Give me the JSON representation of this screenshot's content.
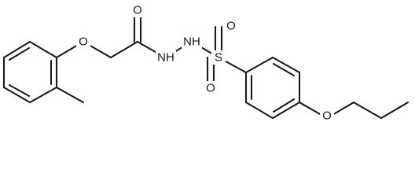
{
  "structure": {
    "atoms": {
      "o_ether_left": "O",
      "o_carbonyl": "O",
      "nh_amide": "NH",
      "nh_sulfonyl": "NH",
      "s_sulfonyl": "S",
      "o_sulfonyl_top": "O",
      "o_sulfonyl_bottom": "O",
      "o_ether_right": "O"
    }
  }
}
